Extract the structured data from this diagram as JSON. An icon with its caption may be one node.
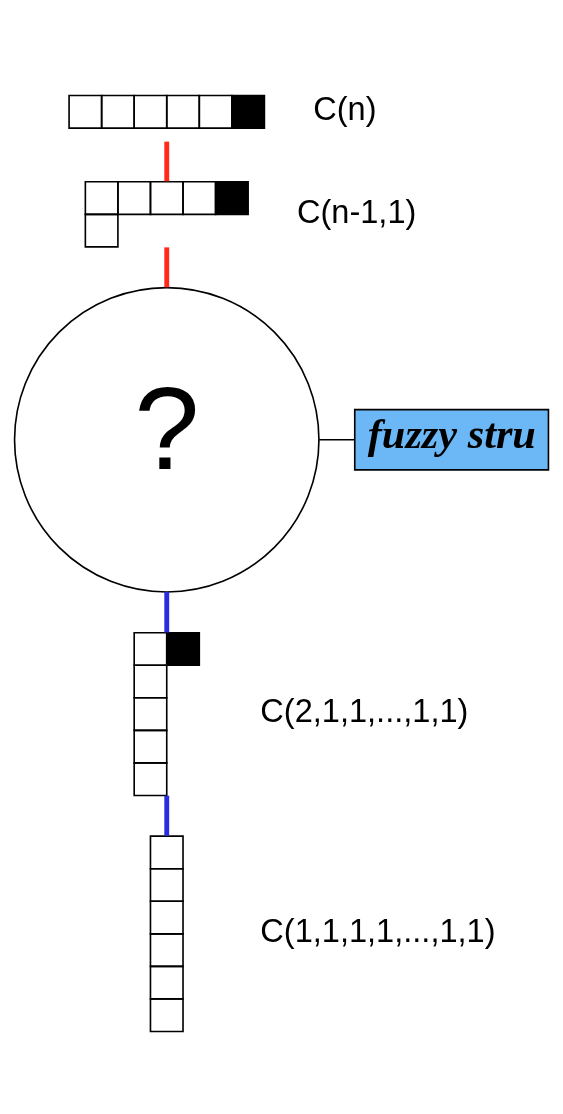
{
  "diagram": {
    "nodes": [
      {
        "text": [],
        "shape": "picture",
        "beside": [
          "C(n)"
        ]
      },
      {
        "text": [],
        "shape": "picture",
        "beside": [
          "C(n-1,1)"
        ]
      },
      {
        "text": [
          "?"
        ]
      },
      {
        "text": [
          "fuzzy stru"
        ]
      },
      {
        "text": [],
        "shape": "picture",
        "beside": [
          "C(2,1,1,...,1,1)"
        ]
      },
      {
        "text": [],
        "shape": "picture",
        "beside": [
          "C(1,1,1,1,...,1,1)"
        ]
      }
    ],
    "edges": [
      {
        "from": 0,
        "to": 1,
        "arrow": "none",
        "color": "#ff2a1a"
      },
      {
        "from": 1,
        "to": 2,
        "arrow": "none",
        "color": "#ff2a1a"
      },
      {
        "from": 2,
        "to": 4,
        "arrow": "none",
        "color": "#2a2ae0"
      },
      {
        "from": 4,
        "to": 5,
        "arrow": "none",
        "color": "#2a2ae0"
      },
      {
        "from": 3,
        "to": 2,
        "arrow": "none",
        "color": "#000000"
      }
    ]
  }
}
